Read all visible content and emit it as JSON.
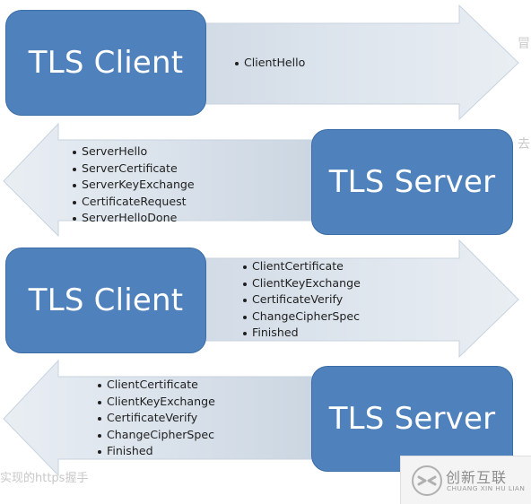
{
  "background_fragments": {
    "right_top": "冒",
    "right_mid": "去",
    "bottom_left": "实现的https握手"
  },
  "colors": {
    "box_fill": "#4f81bd",
    "arrow_fill_light": "#d9e1ea",
    "arrow_fill_dark": "#bfcbd8",
    "arrow_text": "#1f1f1f"
  },
  "rows": [
    {
      "direction": "right",
      "endpoint": "TLS Client",
      "messages": [
        "ClientHello"
      ]
    },
    {
      "direction": "left",
      "endpoint": "TLS Server",
      "messages": [
        "ServerHello",
        "ServerCertificate",
        "ServerKeyExchange",
        "CertificateRequest",
        "ServerHelloDone"
      ]
    },
    {
      "direction": "right",
      "endpoint": "TLS Client",
      "messages": [
        "ClientCertificate",
        "ClientKeyExchange",
        "CertificateVerify",
        "ChangeCipherSpec",
        "Finished"
      ]
    },
    {
      "direction": "left",
      "endpoint": "TLS Server",
      "messages": [
        "ClientCertificate",
        "ClientKeyExchange",
        "CertificateVerify",
        "ChangeCipherSpec",
        "Finished"
      ]
    }
  ],
  "logo": {
    "mark_icon": "chuangxin-logo-icon",
    "title": "创新互联",
    "subtitle": "CHUANG XIN HU LIAN"
  }
}
